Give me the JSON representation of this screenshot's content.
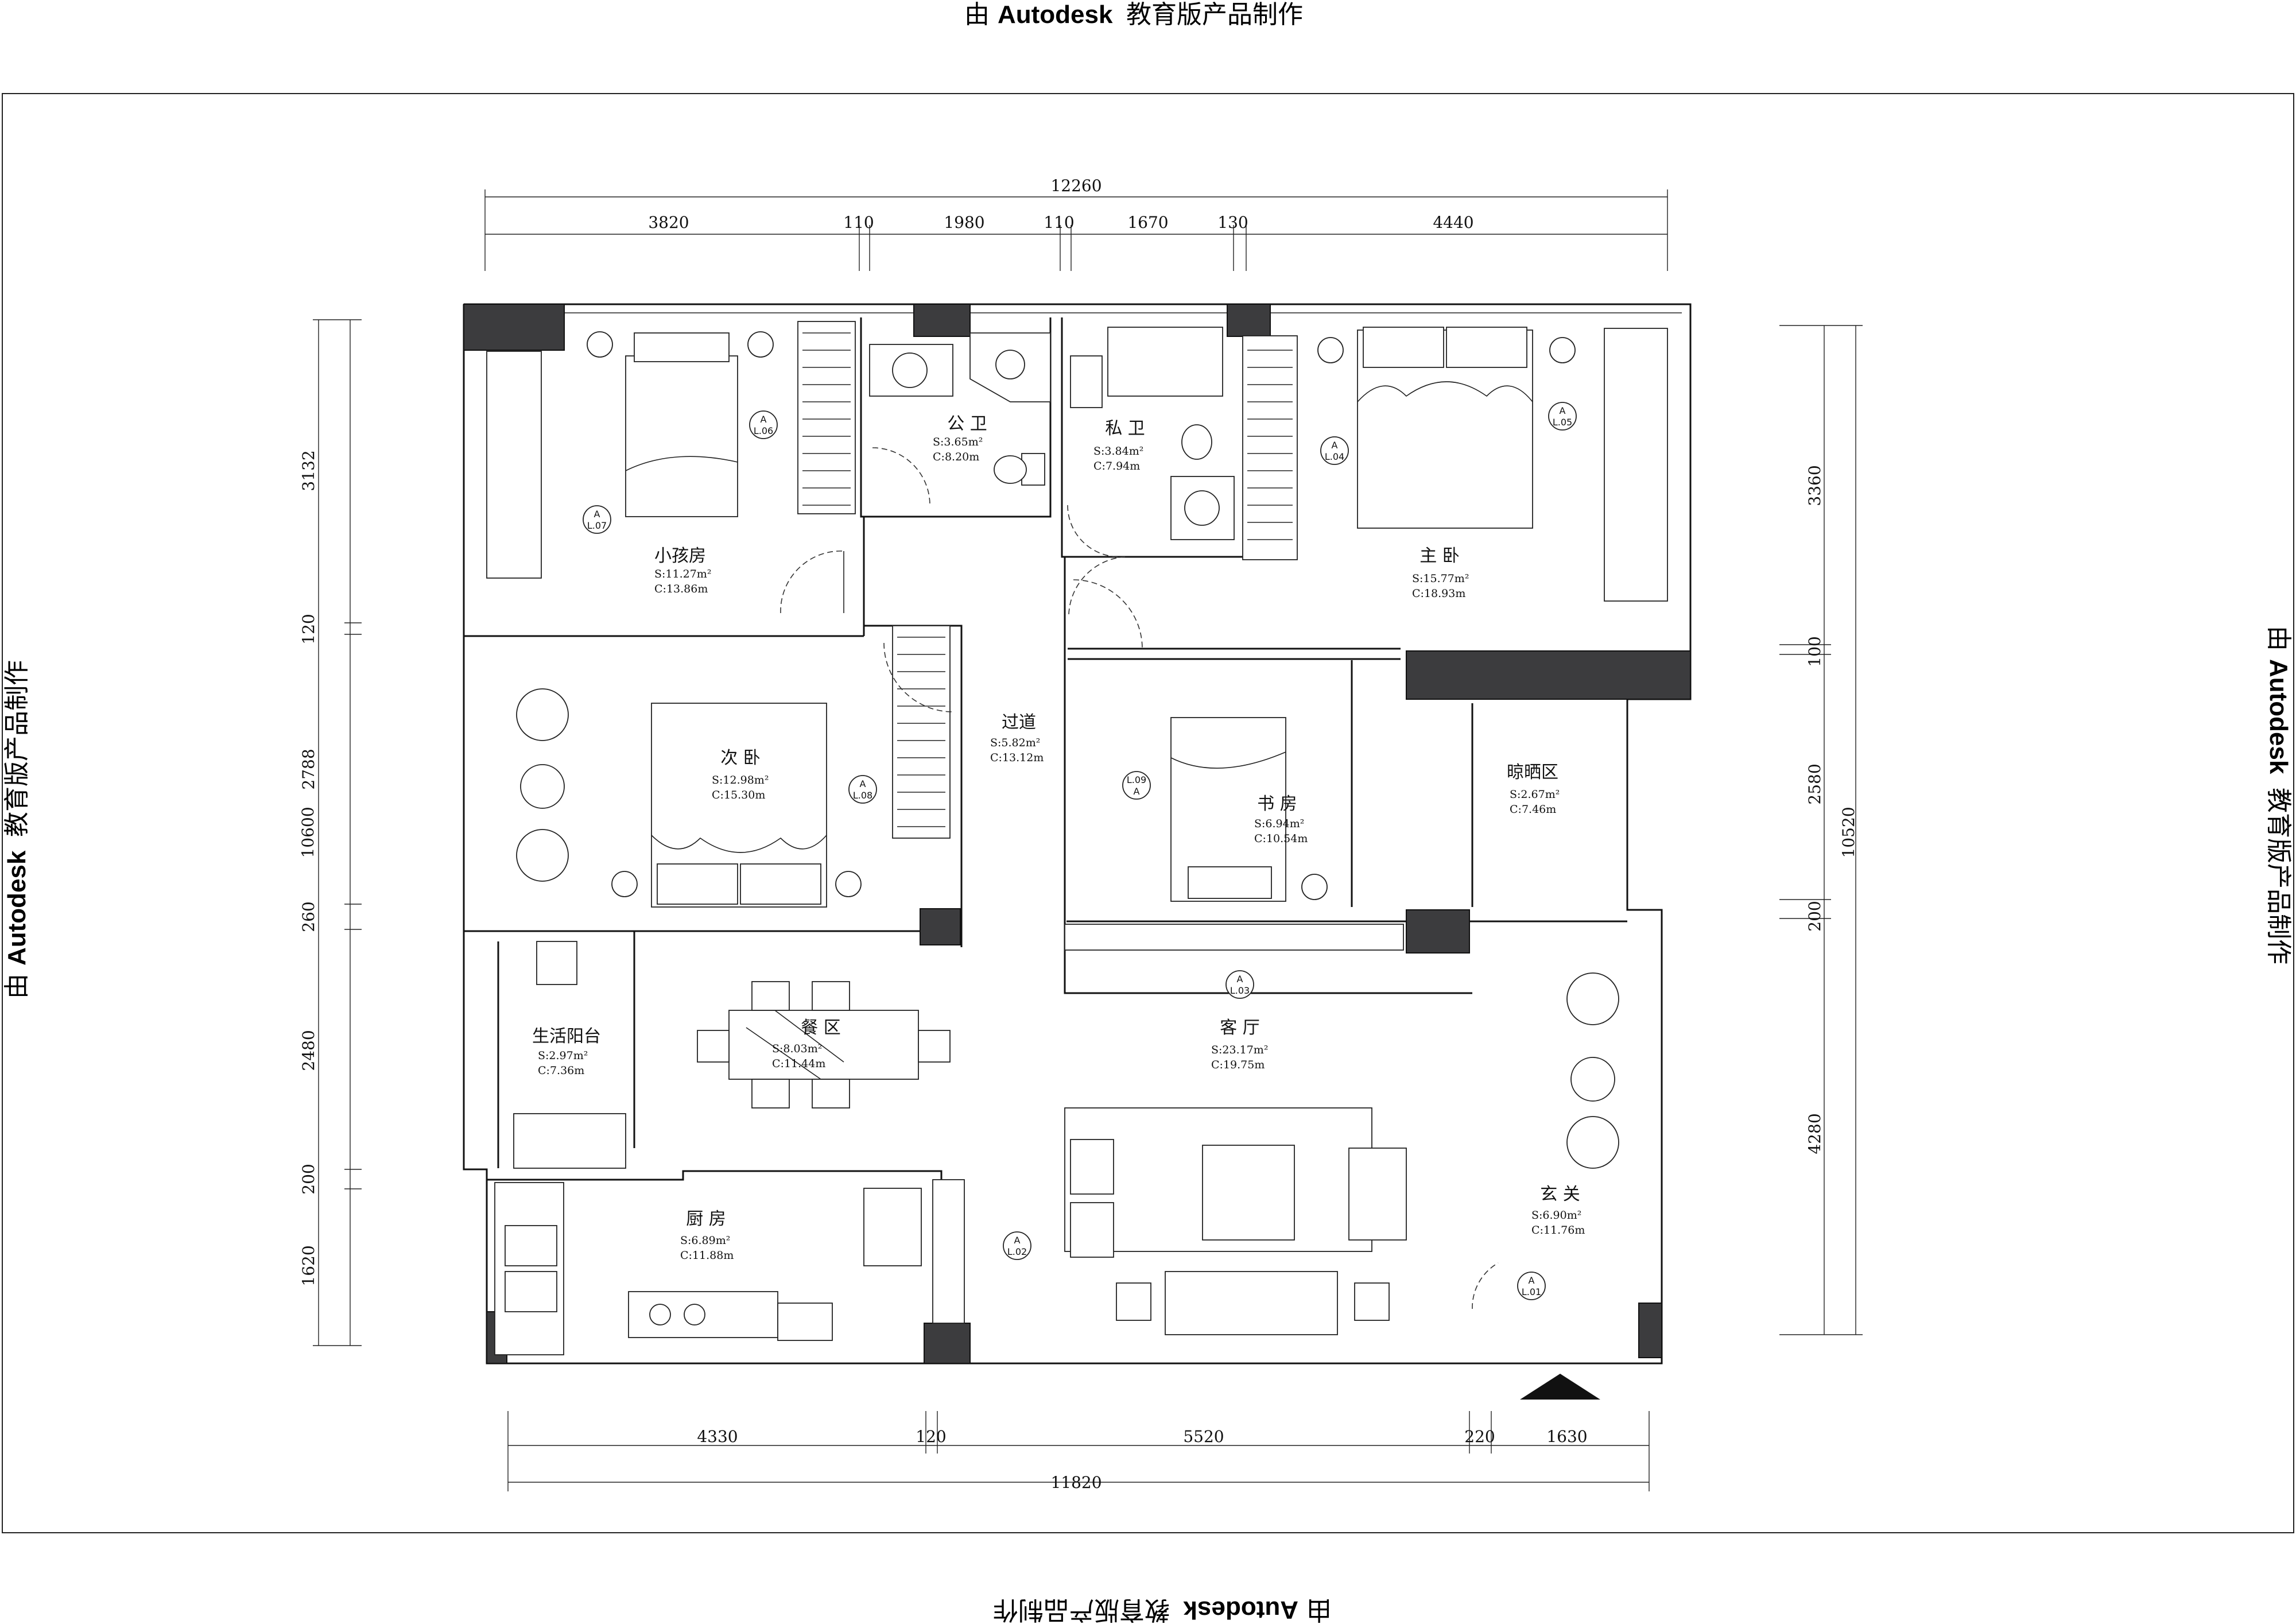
{
  "watermark": {
    "prefix": "由",
    "brand": "Autodesk",
    "suffix": "教育版产品制作"
  },
  "dimensions": {
    "top_total": "12260",
    "top_segments": [
      "3820",
      "110",
      "1980",
      "110",
      "1670",
      "130",
      "4440"
    ],
    "bottom_total": "11820",
    "bottom_segments": [
      "4330",
      "120",
      "5520",
      "220",
      "1630"
    ],
    "left_total": "10600",
    "left_segments": [
      "3132",
      "120",
      "2788",
      "260",
      "2480",
      "200",
      "1620"
    ],
    "right_total": "10520",
    "right_segments": [
      "3360",
      "100",
      "2580",
      "200",
      "4280"
    ]
  },
  "rooms": [
    {
      "id": "kids_room",
      "name": "小孩房",
      "area": "S:11.27m²",
      "perimeter": "C:13.86m"
    },
    {
      "id": "public_bath",
      "name": "公 卫",
      "area": "S:3.65m²",
      "perimeter": "C:8.20m"
    },
    {
      "id": "private_bath",
      "name": "私 卫",
      "area": "S:3.84m²",
      "perimeter": "C:7.94m"
    },
    {
      "id": "master_bed",
      "name": "主 卧",
      "area": "S:15.77m²",
      "perimeter": "C:18.93m"
    },
    {
      "id": "second_bed",
      "name": "次 卧",
      "area": "S:12.98m²",
      "perimeter": "C:15.30m"
    },
    {
      "id": "corridor",
      "name": "过道",
      "area": "S:5.82m²",
      "perimeter": "C:13.12m"
    },
    {
      "id": "study",
      "name": "书 房",
      "area": "S:6.94m²",
      "perimeter": "C:10.54m"
    },
    {
      "id": "drying",
      "name": "晾晒区",
      "area": "S:2.67m²",
      "perimeter": "C:7.46m"
    },
    {
      "id": "utility_balcony",
      "name": "生活阳台",
      "area": "S:2.97m²",
      "perimeter": "C:7.36m"
    },
    {
      "id": "dining",
      "name": "餐 区",
      "area": "S:8.03m²",
      "perimeter": "C:11.44m"
    },
    {
      "id": "living",
      "name": "客 厅",
      "area": "S:23.17m²",
      "perimeter": "C:19.75m"
    },
    {
      "id": "kitchen",
      "name": "厨 房",
      "area": "S:6.89m²",
      "perimeter": "C:11.88m"
    },
    {
      "id": "entry",
      "name": "玄 关",
      "area": "S:6.90m²",
      "perimeter": "C:11.76m"
    }
  ],
  "elevation_tags": [
    {
      "letter": "A",
      "code": "L.01"
    },
    {
      "letter": "A",
      "code": "L.02"
    },
    {
      "letter": "A",
      "code": "L.03"
    },
    {
      "letter": "A",
      "code": "L.04"
    },
    {
      "letter": "A",
      "code": "L.05"
    },
    {
      "letter": "A",
      "code": "L.06"
    },
    {
      "letter": "A",
      "code": "L.07"
    },
    {
      "letter": "A",
      "code": "L.08"
    },
    {
      "letter": "A",
      "code": "L.09"
    }
  ]
}
